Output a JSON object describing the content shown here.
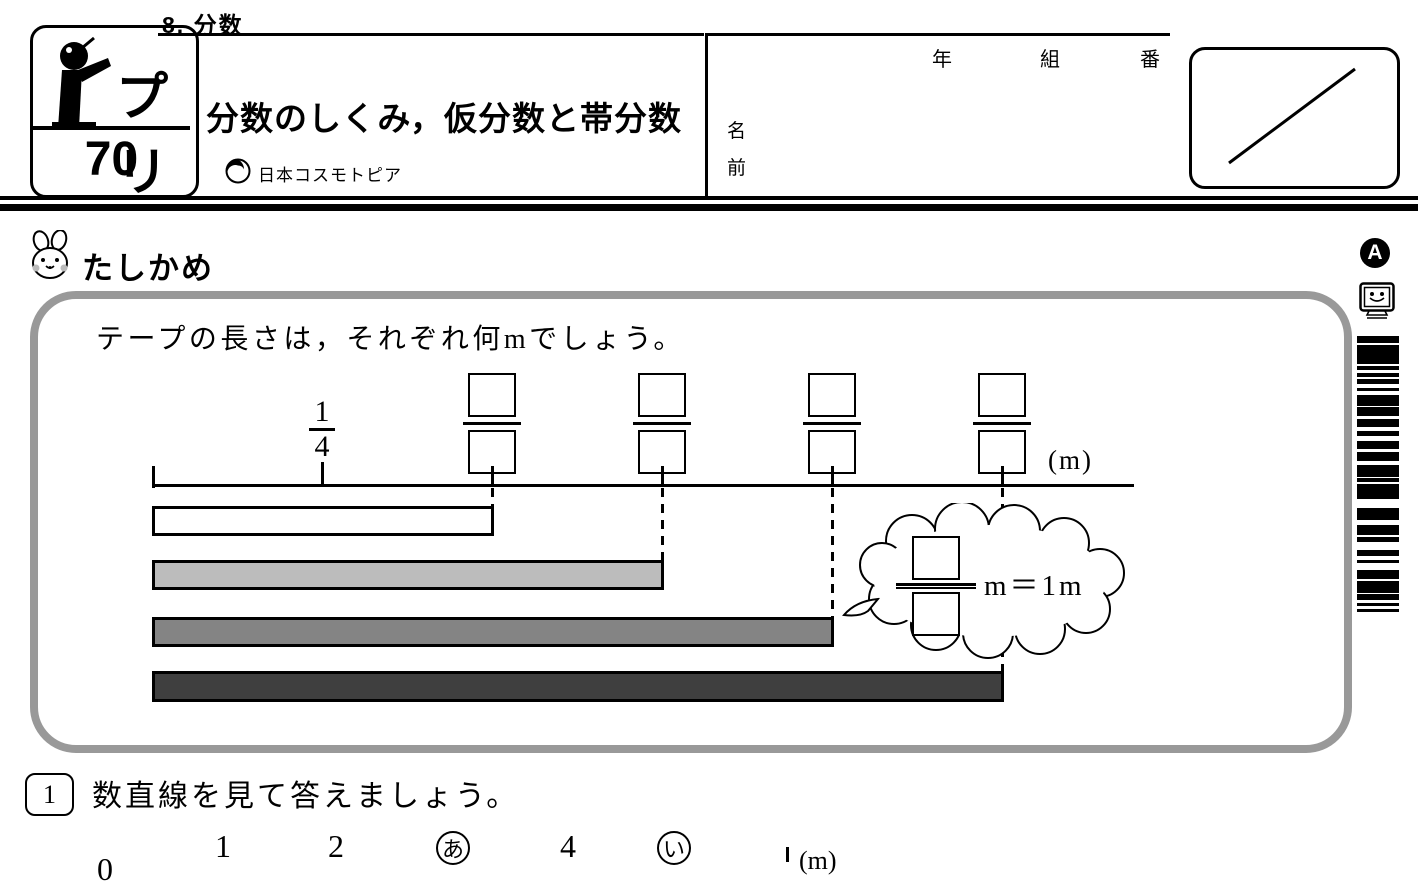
{
  "header": {
    "unit_label": "8. 分数",
    "logo": {
      "brand_text": "プリ",
      "sheet_number": "70"
    },
    "title": "分数のしくみ，仮分数と帯分数",
    "publisher": "日本コスモトピア",
    "student_fields": {
      "year": "年",
      "class": "組",
      "number": "番",
      "name_line1": "名",
      "name_line2": "前"
    }
  },
  "side_column": {
    "grade_mark": "A"
  },
  "check_section": {
    "heading": "たしかめ",
    "prompt": "テープの長さは，それぞれ何mでしょう。",
    "diagram": {
      "given_fraction": {
        "numerator": "1",
        "denominator": "4"
      },
      "blank_fraction_groups": 4,
      "unit_label": "(m)",
      "tapes": [
        {
          "name": "tape-1",
          "color": "#ffffff",
          "ends_at_tick": 2
        },
        {
          "name": "tape-2",
          "color": "#bcbcbc",
          "ends_at_tick": 3
        },
        {
          "name": "tape-3",
          "color": "#848484",
          "ends_at_tick": 4
        },
        {
          "name": "tape-4",
          "color": "#3f3f3f",
          "ends_at_tick": 5
        }
      ],
      "cloud_note": {
        "suffix": "m＝1m"
      }
    }
  },
  "question1": {
    "number": "1",
    "text": "数直線を見て答えましょう。",
    "axis_labels": [
      "0",
      "1",
      "2",
      "あ",
      "4",
      "い"
    ],
    "unit_label": "(m)"
  }
}
